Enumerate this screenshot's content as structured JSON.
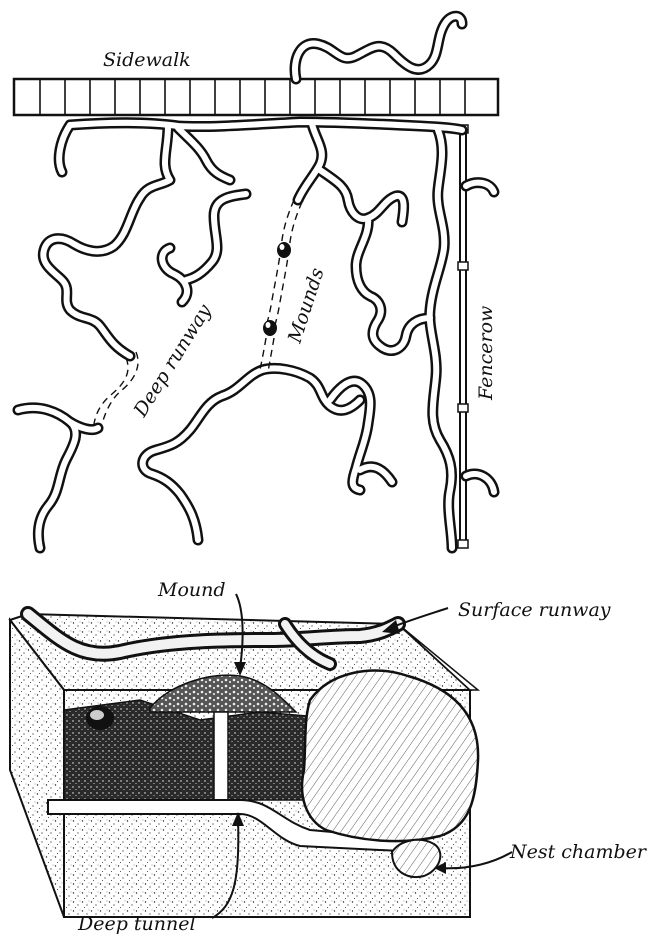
{
  "top_map": {
    "labels": {
      "sidewalk": "Sidewalk",
      "deep_runway": "Deep runway",
      "mounds": "Mounds",
      "fencerow": "Fencerow"
    }
  },
  "cross_section": {
    "labels": {
      "mound": "Mound",
      "surface_runway": "Surface runway",
      "nest_chamber": "Nest chamber",
      "deep_tunnel": "Deep tunnel"
    }
  }
}
